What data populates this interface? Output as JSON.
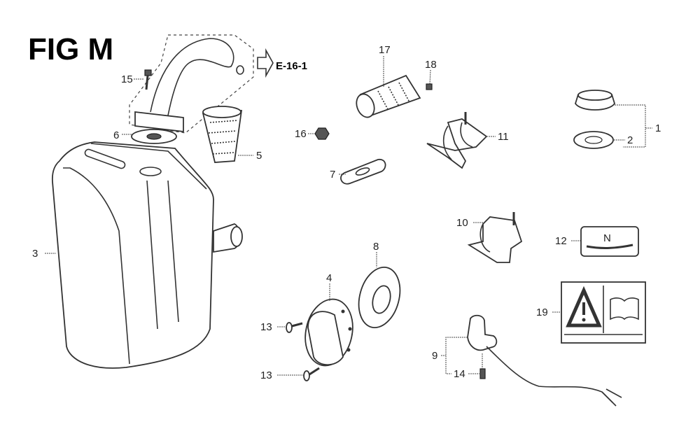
{
  "figure_title": "FIG M",
  "reference": "E-16-1",
  "callouts": {
    "p1": "1",
    "p2": "2",
    "p3": "3",
    "p4": "4",
    "p5": "5",
    "p6": "6",
    "p7": "7",
    "p8": "8",
    "p9": "9",
    "p10": "10",
    "p11": "11",
    "p12": "12",
    "p13a": "13",
    "p13b": "13",
    "p14": "14",
    "p15": "15",
    "p16": "16",
    "p17": "17",
    "p18": "18",
    "p19": "19"
  },
  "label_12_symbol": "N"
}
